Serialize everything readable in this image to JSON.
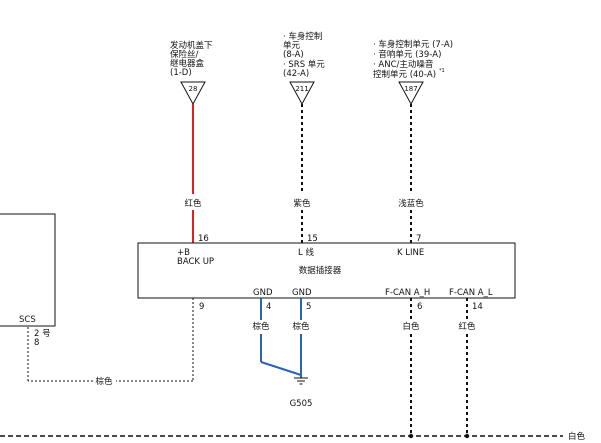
{
  "sources": [
    {
      "lines": [
        "发动机盖下",
        "保险丝/",
        "继电器盒",
        "(1-D)"
      ],
      "pin": "28"
    },
    {
      "lines": [
        "· 车身控制",
        "  单元",
        "  (8-A)",
        "· SRS 单元",
        "  (42-A)"
      ],
      "pin": "211"
    },
    {
      "lines": [
        "· 车身控制单元 (7-A)",
        "· 音响单元 (39-A)",
        "· ANC/主动噪音",
        "  控制单元 (40-A)"
      ],
      "pin": "187",
      "superscript": "*1"
    }
  ],
  "upper_wires": [
    {
      "color_label": "红色",
      "color": "#e02020"
    },
    {
      "color_label": "紫色",
      "color": "#000000"
    },
    {
      "color_label": "浅蓝色",
      "color": "#000000"
    }
  ],
  "connector": {
    "title": "数据插接器",
    "top_pins": [
      {
        "number": "16",
        "label": "+B",
        "label2": "BACK UP"
      },
      {
        "number": "15",
        "label": "L 线"
      },
      {
        "number": "7",
        "label": "K LINE"
      }
    ],
    "bottom_pins": [
      {
        "number": "9"
      },
      {
        "number": "4",
        "label": "GND"
      },
      {
        "number": "5",
        "label": "GND"
      },
      {
        "number": "6",
        "label": "F-CAN A_H"
      },
      {
        "number": "14",
        "label": "F-CAN A_L"
      }
    ]
  },
  "lower_wires": {
    "pin4_color": "棕色",
    "pin5_color": "棕色",
    "pin6_color": "白色",
    "pin14_color": "红色",
    "scs_wire_color": "棕色",
    "bottom_bus_color": "白色"
  },
  "scs_box": {
    "label": "SCS",
    "pin_label": "2 号",
    "pin_number": "8"
  },
  "ground": {
    "label": "G505"
  },
  "colors": {
    "red_wire": "#e02020",
    "blue_wire": "#2b63b8",
    "line": "#111111"
  }
}
